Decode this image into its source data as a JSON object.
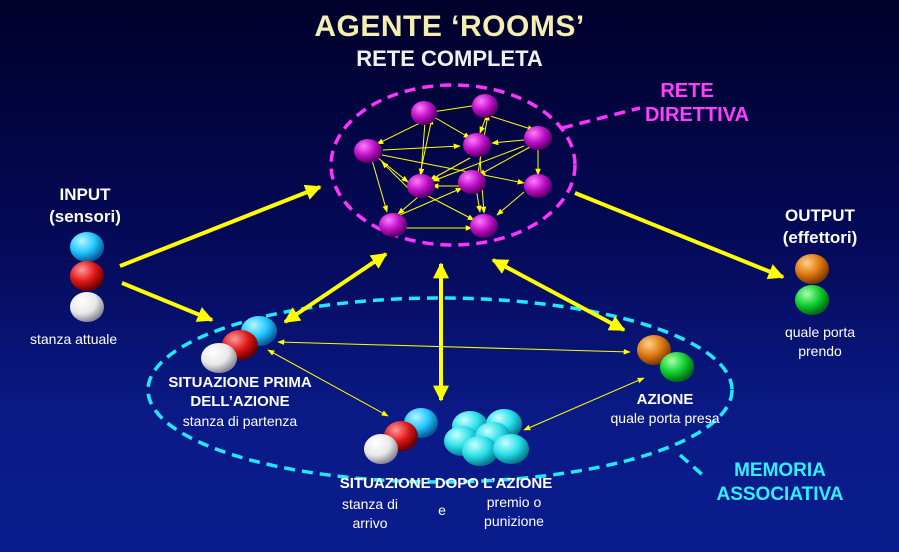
{
  "title": "AGENTE ‘ROOMS’",
  "subtitle": "RETE COMPLETA",
  "rete_direttiva": {
    "line1": "RETE",
    "line2": "DIRETTIVA"
  },
  "input": {
    "line1": "INPUT",
    "line2": "(sensori)",
    "caption": "stanza attuale"
  },
  "output": {
    "line1": "OUTPUT",
    "line2": "(effettori)",
    "caption1": "quale porta",
    "caption2": "prendo"
  },
  "situazione_prima": {
    "line1": "SITUAZIONE PRIMA",
    "line2": "DELL’AZIONE",
    "caption": "stanza di partenza"
  },
  "azione": {
    "label": "AZIONE",
    "caption": "quale porta presa"
  },
  "situazione_dopo": {
    "line1": "SITUAZIONE  DOPO  L’AZIONE",
    "caption_a1": "stanza di",
    "caption_a2": "arrivo",
    "conj": "e",
    "caption_b1": "premio o",
    "caption_b2": "punizione"
  },
  "memoria": {
    "line1": "MEMORIA",
    "line2": "ASSOCIATIVA"
  },
  "colors": {
    "yellow": "#ffff00",
    "magenta": "#ff33ff",
    "cyan": "#20e8ff",
    "ball_cyan": "#21c8ff",
    "ball_red": "#e01818",
    "ball_white": "#f0f0f0",
    "ball_orange": "#e07a10",
    "ball_green": "#10d030",
    "node": "#c010c8"
  }
}
